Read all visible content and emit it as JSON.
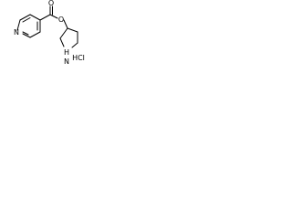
{
  "structure": {
    "atoms": {
      "ring_nitrogen": "N",
      "carbonyl_oxygen": "O",
      "ester_oxygen": "O",
      "pyrrolidine_nitrogen": "H",
      "pyrrolidine_nitrogen_h": "N"
    },
    "salt": "HCl"
  }
}
